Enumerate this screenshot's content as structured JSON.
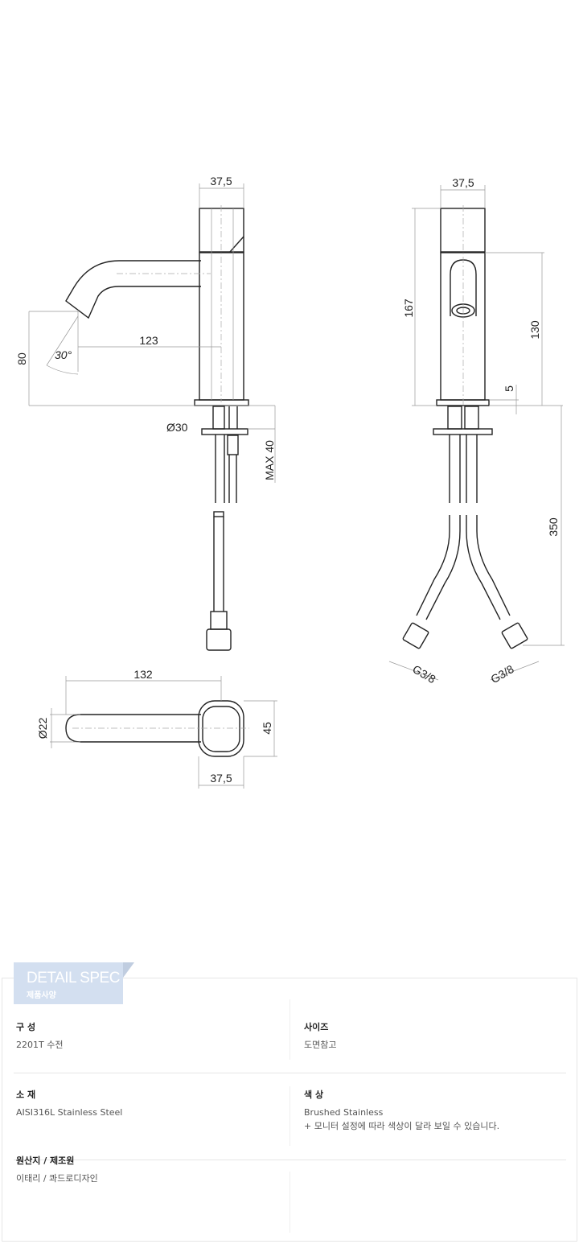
{
  "drawing": {
    "side_view": {
      "width_top": "37,5",
      "spout_reach": "123",
      "spout_height": "80",
      "spout_angle": "30°",
      "base_diameter": "Ø30",
      "max_deck": "MAX  40"
    },
    "front_view": {
      "width_top": "37,5",
      "total_height": "167",
      "body_height": "130",
      "base_height": "5",
      "hose_length": "350",
      "connection_left": "G3/8",
      "connection_right": "G3/8"
    },
    "top_view": {
      "length": "132",
      "spout_diameter": "Ø22",
      "depth": "45",
      "width": "37,5"
    }
  },
  "spec": {
    "tab_title": "DETAIL SPEC",
    "tab_subtitle": "제품사양",
    "items": [
      {
        "label": "구 성",
        "value": "2201T 수전"
      },
      {
        "label": "사이즈",
        "value": "도면참고"
      },
      {
        "label": "소 재",
        "value": "AISI316L Stainless Steel"
      },
      {
        "label": "색 상",
        "value": "Brushed Stainless",
        "note": "+ 모니터 설정에 따라 색상이 달라 보일 수 있습니다."
      },
      {
        "label": "원산지 / 제조원",
        "value": "이태리 / 콰드로디자인"
      }
    ]
  }
}
